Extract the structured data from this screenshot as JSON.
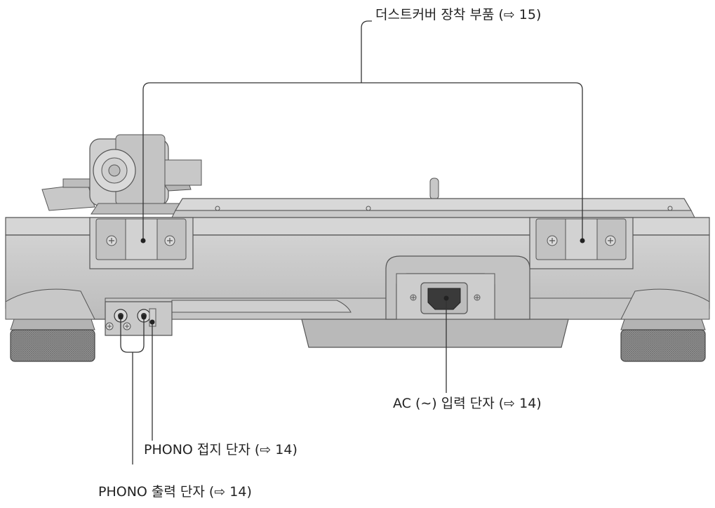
{
  "labels": {
    "dust_cover": "더스트커버 장착 부품 (⇨ 15)",
    "ac_input": "AC (∼) 입력 단자 (⇨ 14)",
    "phono_ground": "PHONO 접지 단자 (⇨ 14)",
    "phono_output": "PHONO 출력 단자 (⇨ 14)"
  }
}
